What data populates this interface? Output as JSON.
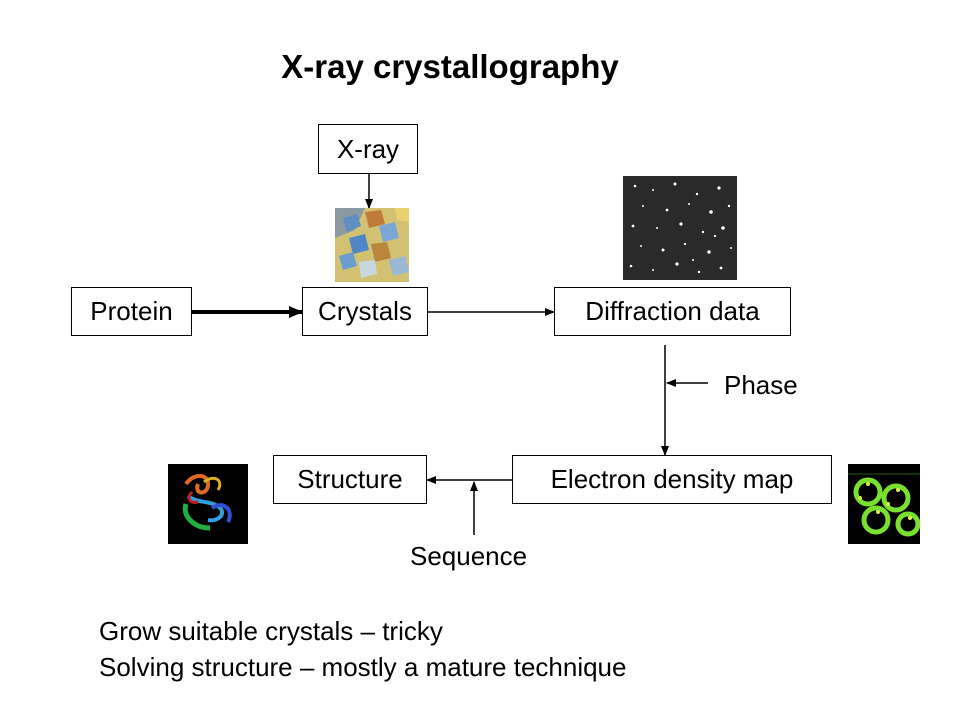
{
  "title": "X-ray crystallography",
  "boxes": {
    "xray": "X-ray",
    "protein": "Protein",
    "crystals": "Crystals",
    "diffraction": "Diffraction data",
    "structure": "Structure",
    "density": "Electron density map"
  },
  "labels": {
    "phase": "Phase",
    "sequence": "Sequence"
  },
  "notes": [
    "Grow suitable crystals – tricky",
    "Solving structure – mostly a mature technique"
  ]
}
